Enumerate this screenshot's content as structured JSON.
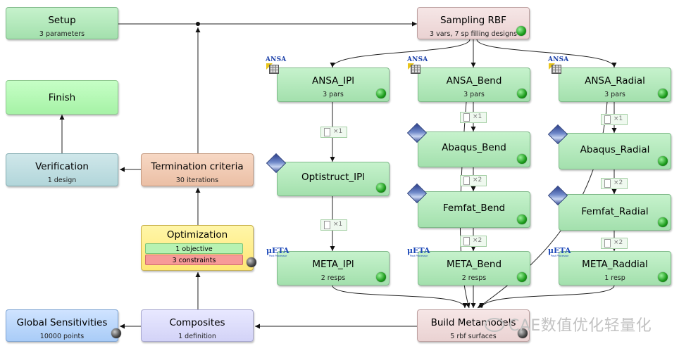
{
  "nodes": {
    "setup": {
      "title": "Setup",
      "sub": "3 parameters"
    },
    "finish": {
      "title": "Finish",
      "sub": ""
    },
    "verification": {
      "title": "Verification",
      "sub": "1 design"
    },
    "termination": {
      "title": "Termination criteria",
      "sub": "30 iterations"
    },
    "optimization": {
      "title": "Optimization",
      "objective": "1 objective",
      "constraints": "3 constraints"
    },
    "global_sens": {
      "title": "Global Sensitivities",
      "sub": "10000 points"
    },
    "composites": {
      "title": "Composites",
      "sub": "1 definition"
    },
    "sampling": {
      "title": "Sampling RBF",
      "sub": "3 vars, 7 sp filling designs"
    },
    "build_meta": {
      "title": "Build Metamodels",
      "sub": "5 rbf surfaces"
    },
    "ansa_ipl": {
      "title": "ANSA_IPl",
      "sub": "3 pars"
    },
    "ansa_bend": {
      "title": "ANSA_Bend",
      "sub": "3 pars"
    },
    "ansa_radial": {
      "title": "ANSA_Radial",
      "sub": "3 pars"
    },
    "optistruct_ipl": {
      "title": "Optistruct_IPl",
      "sub": ""
    },
    "abaqus_bend": {
      "title": "Abaqus_Bend",
      "sub": ""
    },
    "abaqus_radial": {
      "title": "Abaqus_Radial",
      "sub": ""
    },
    "femfat_bend": {
      "title": "Femfat_Bend",
      "sub": ""
    },
    "femfat_radial": {
      "title": "Femfat_Radial",
      "sub": ""
    },
    "meta_ipl": {
      "title": "META_IPl",
      "sub": "2 resps"
    },
    "meta_bend": {
      "title": "META_Bend",
      "sub": "2 resps"
    },
    "meta_radial": {
      "title": "META_Raddial",
      "sub": "1 resp"
    }
  },
  "badges": {
    "ipl_1": "×1",
    "ipl_2": "×1",
    "bend_1": "×1",
    "bend_2": "×2",
    "bend_3": "×2",
    "radial_1": "×1",
    "radial_2": "×2",
    "radial_3": "×2"
  },
  "icons": {
    "ansa_label": "ANSA",
    "meta_label": "μETA",
    "meta_sub": "Post Processor"
  },
  "watermark": {
    "text": "CAE数值优化轻量化"
  },
  "colors": {
    "green_node": "#a3e0ad",
    "finish_node": "#a6f2a6",
    "teal_node": "#b2d6da",
    "salmon_node": "#ebbfa5",
    "pink_node": "#ead2d2",
    "yellow_node": "#ffe776",
    "blue_node": "#a9ccf7",
    "lavender_node": "#d3d3f7",
    "objective_bar": "#b6f2b2",
    "constraints_bar": "#f79a98",
    "status_ok": "#1a9a1a"
  }
}
